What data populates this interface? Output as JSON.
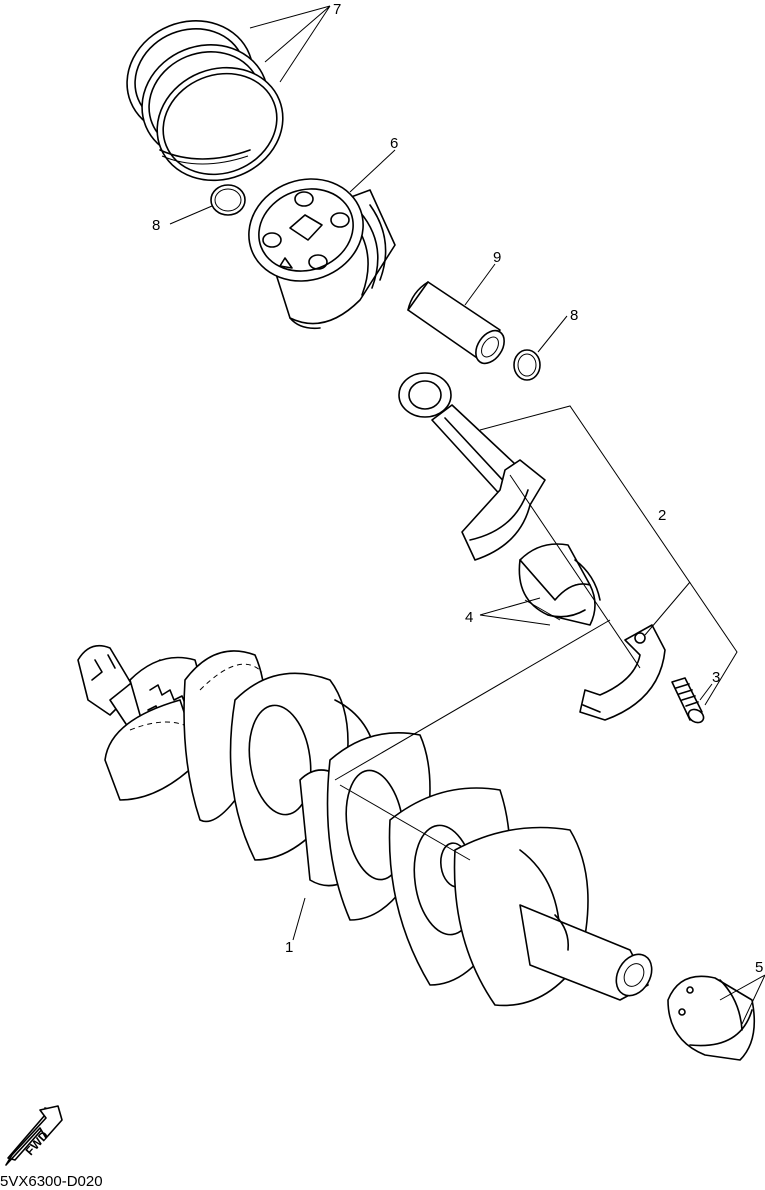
{
  "callouts": {
    "crankshaft": "1",
    "connecting_rod": "2",
    "rod_bolt": "3",
    "rod_bearing": "4",
    "main_bearing": "5",
    "piston": "6",
    "piston_rings": "7",
    "clip_left": "8",
    "clip_right": "8",
    "piston_pin": "9"
  },
  "fwd_label": "FWD",
  "diagram_code": "5VX6300-D020"
}
